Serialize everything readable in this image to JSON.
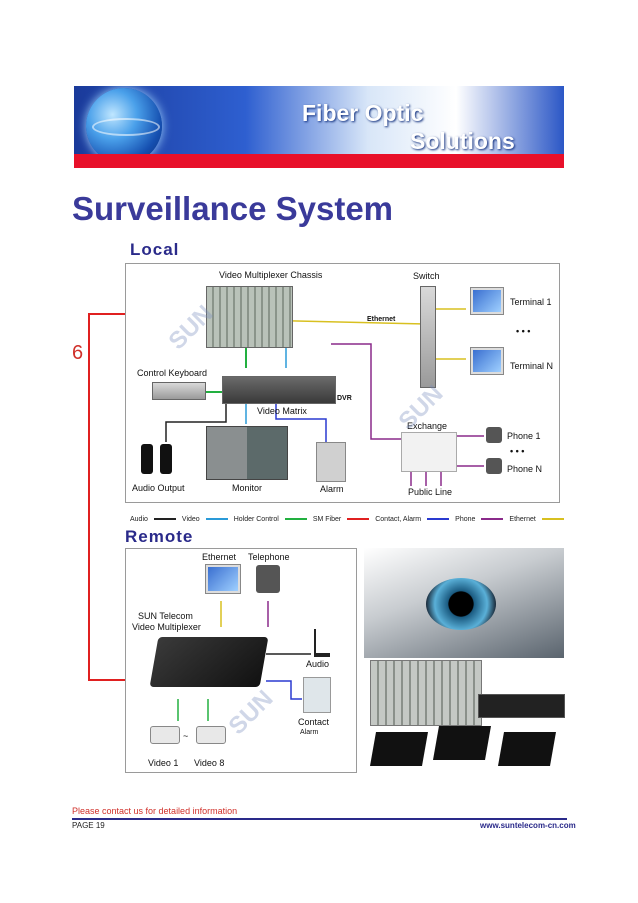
{
  "banner": {
    "line1": "Fiber Optic",
    "line2": "Solutions"
  },
  "title": "Surveillance System",
  "side_number": "6",
  "local": {
    "heading": "Local",
    "labels": {
      "chassis": "Video Multiplexer Chassis",
      "switch": "Switch",
      "terminal1": "Terminal 1",
      "terminalN": "Terminal N",
      "dots": "• • •",
      "ethernet": "Ethernet",
      "keyboard": "Control Keyboard",
      "dvr": "DVR",
      "matrix": "Video Matrix",
      "exchange": "Exchange",
      "phone1": "Phone 1",
      "phoneN": "Phone N",
      "audio_out": "Audio Output",
      "monitor": "Monitor",
      "alarm": "Alarm",
      "public_line": "Public Line"
    },
    "legend": [
      {
        "label": "Audio",
        "color": "#222222"
      },
      {
        "label": "Video",
        "color": "#2a9ad8"
      },
      {
        "label": "Holder Control",
        "color": "#22b040"
      },
      {
        "label": "SM Fiber",
        "color": "#e02020"
      },
      {
        "label": "Contact, Alarm",
        "color": "#2a3ad0"
      },
      {
        "label": "Phone",
        "color": "#8a2a8a"
      },
      {
        "label": "Ethernet",
        "color": "#d8c020"
      }
    ]
  },
  "remote": {
    "heading": "Remote",
    "labels": {
      "ethernet": "Ethernet",
      "telephone": "Telephone",
      "sun1": "SUN  Telecom",
      "sun2": "Video Multiplexer",
      "audio": "Audio",
      "contact": "Contact",
      "alarm": "Alarm",
      "video1": "Video 1",
      "tilde": "~",
      "video8": "Video 8"
    }
  },
  "watermark": "SUN",
  "footer": {
    "contact": "Please contact us for detailed information",
    "page": "PAGE 19",
    "url": "www.suntelecom-cn.com"
  }
}
